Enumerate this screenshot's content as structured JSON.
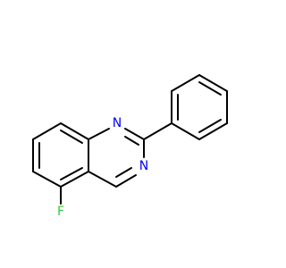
{
  "molecule": {
    "atom_labels": {
      "n1": "N",
      "n3": "N",
      "f": "F"
    },
    "colors": {
      "carbon_bond": "#000000",
      "nitrogen": "#0000ff",
      "fluorine": "#33cc33",
      "background": "#ffffff"
    }
  }
}
